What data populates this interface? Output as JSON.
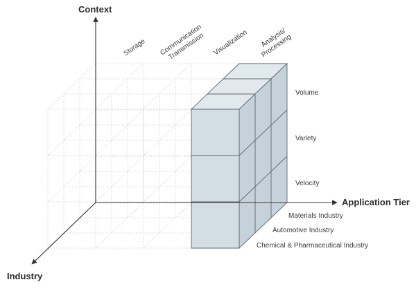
{
  "axes": {
    "vertical": "Context",
    "horizontal": "Application Tier",
    "depth": "Industry"
  },
  "context_columns": [
    "Storage",
    [
      "Communication",
      "Transmission"
    ],
    "Visualization",
    [
      "Analysis/",
      "Processing"
    ]
  ],
  "application_rows": [
    "Volume",
    "Variety",
    "Velocity"
  ],
  "industries": [
    "Materials Industry",
    "Automotive Industry",
    "Chemical & Pharmaceutical Industry"
  ],
  "colors": {
    "cube_front": "#d3dee4",
    "cube_top": "#e1e9ee",
    "cube_side": "#c5d2da",
    "cube_edge": "#5a6770",
    "grid": "#d4d4d4",
    "axis": "#333333"
  }
}
